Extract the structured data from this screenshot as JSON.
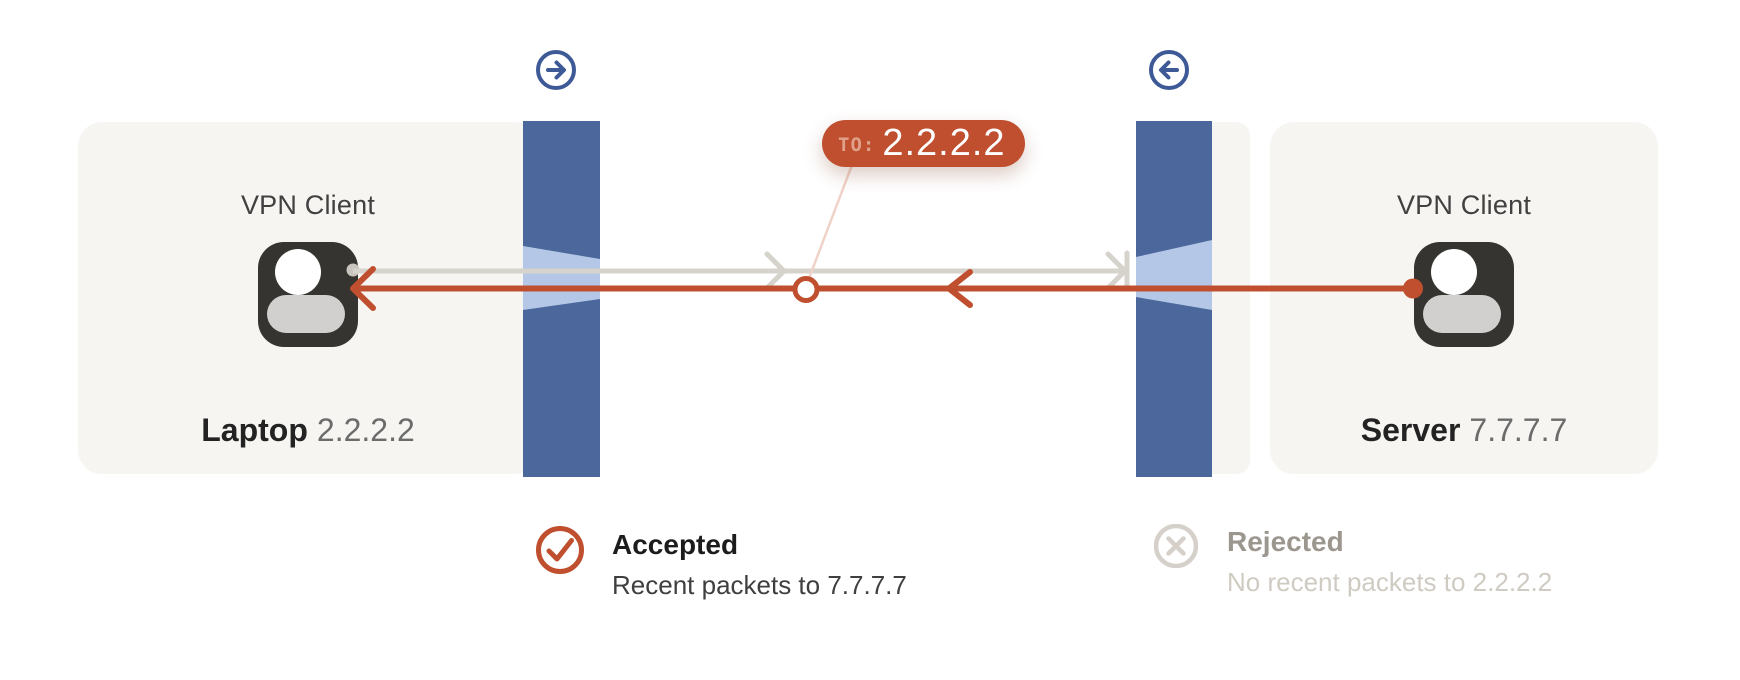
{
  "left_card": {
    "title": "VPN Client",
    "device": "Laptop",
    "ip": "2.2.2.2"
  },
  "right_card": {
    "title": "VPN Client",
    "device": "Server",
    "ip": "7.7.7.7"
  },
  "badge": {
    "prefix": "TO:",
    "value": "2.2.2.2"
  },
  "status_accepted": {
    "label": "Accepted",
    "detail": "Recent packets to 7.7.7.7"
  },
  "status_rejected": {
    "label": "Rejected",
    "detail": "No recent packets to 2.2.2.2"
  },
  "icons": {
    "top_left": "arrow-right-circle",
    "top_right": "arrow-left-circle",
    "accepted": "check-circle",
    "rejected": "x-circle",
    "client": "user-tile"
  },
  "colors": {
    "accent": "#bf4f2e",
    "accent_light": "#e0a089",
    "connector": "#f0d3c8",
    "firewall": "#4b679b",
    "funnel": "#b4c7e7",
    "arrow_blue": "#3e5a96",
    "card_bg": "#f6f5f2",
    "line_gray": "#d6d3cc",
    "dot_gray": "#c9c5be",
    "tile": "#363430",
    "tile_body": "#d2d0ce",
    "title_text": "#414141",
    "device_text": "#232323",
    "ip_text": "#6b6b6b",
    "ok_text": "#1c1c1c",
    "ok_detail": "#3f3f3f",
    "rej_text": "#9b968e",
    "rej_detail": "#cfcbc2",
    "rej_icon": "#d5d1ca",
    "page_bg": "#ffffff"
  }
}
